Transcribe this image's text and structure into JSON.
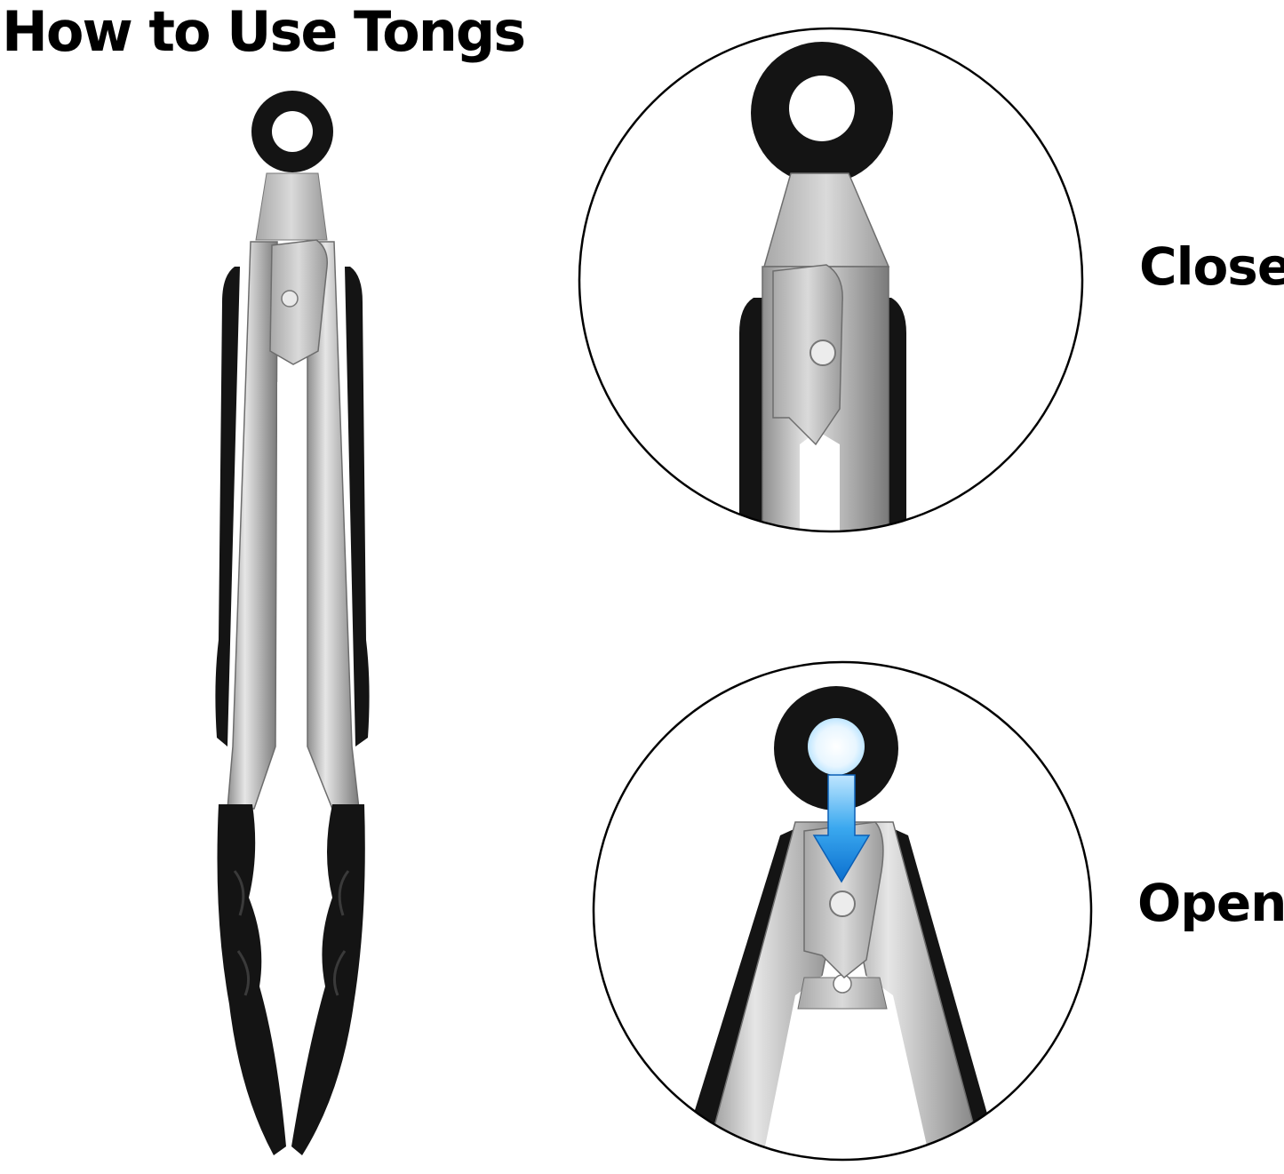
{
  "header": {
    "title": "How to Use Tongs"
  },
  "steps": {
    "close": {
      "label": "Close"
    },
    "open": {
      "label": "Open"
    }
  },
  "colors": {
    "rubber": "#141414",
    "steel": "#c9c9c9",
    "arrow": "#1e90e6",
    "circle_stroke": "#000000"
  },
  "icons": {
    "tong": "tong-illustration-icon",
    "close_zoom": "close-detail-icon",
    "open_zoom": "open-detail-icon",
    "arrow": "down-arrow-icon"
  }
}
